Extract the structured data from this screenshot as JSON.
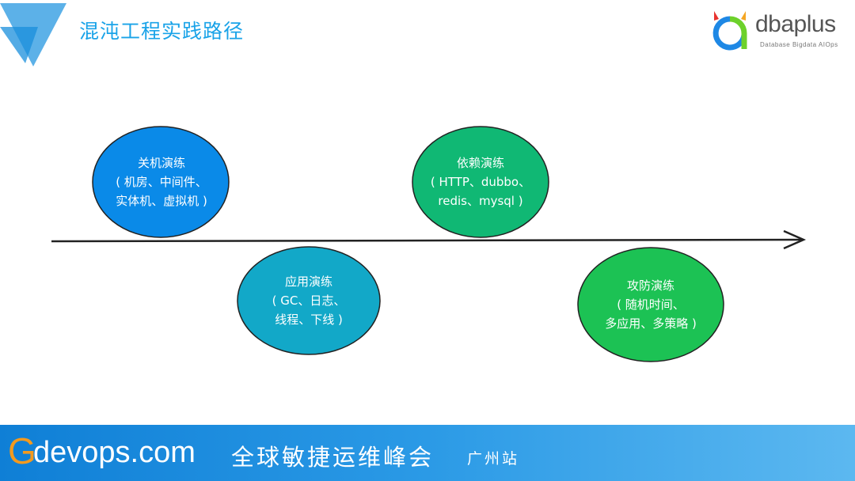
{
  "header": {
    "title": "混沌工程实践路径"
  },
  "brand": {
    "name": "dbaplus",
    "tagline": "Database Bigdata AIOps"
  },
  "diagram": {
    "nodes": [
      {
        "title": "关机演练",
        "lines": [
          "( 机房、中间件、",
          "实体机、虚拟机 )"
        ],
        "color": "#0a8ae8"
      },
      {
        "title": "依赖演练",
        "lines": [
          "( HTTP、dubbo、",
          "redis、mysql )"
        ],
        "color": "#10b874"
      },
      {
        "title": "应用演练",
        "lines": [
          "( GC、日志、",
          "线程、下线 )"
        ],
        "color": "#12a8c8"
      },
      {
        "title": "攻防演练",
        "lines": [
          "( 随机时间、",
          "多应用、多策略 )"
        ],
        "color": "#1cc254"
      }
    ]
  },
  "footer": {
    "g": "G",
    "site": "devops.com",
    "slogan": "全球敏捷运维峰会",
    "city": "广州站"
  }
}
